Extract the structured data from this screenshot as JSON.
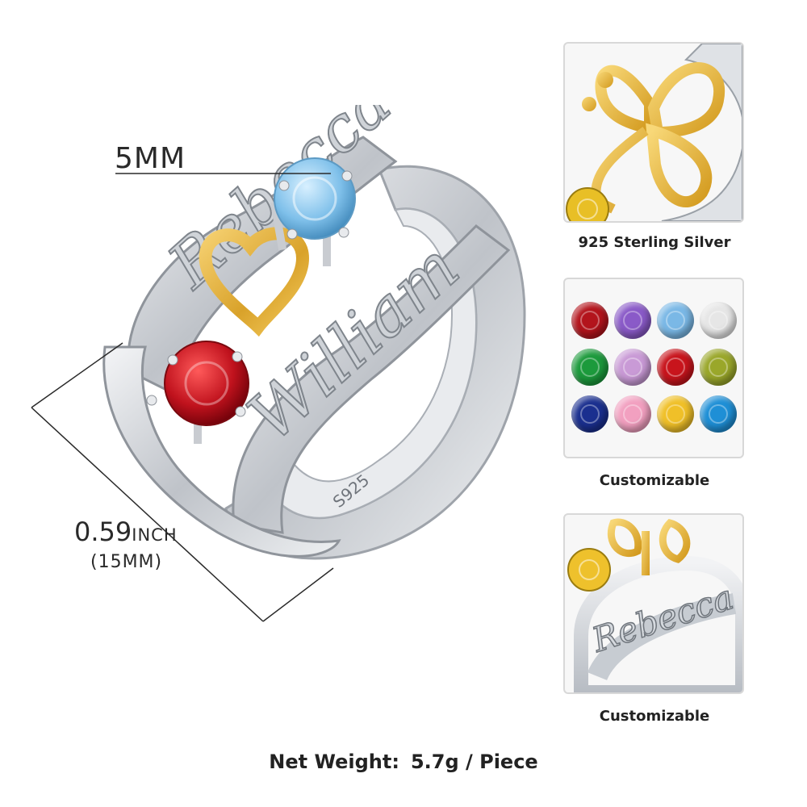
{
  "dimensions": {
    "stone_size": "5MM",
    "width_value": "0.59",
    "width_unit": "INCH",
    "width_mm": "(15MM)"
  },
  "ring": {
    "engraving": "S925",
    "name_1": "Rebecca",
    "name_2": "William",
    "metal_color": "#d9dbdf",
    "gold_color": "#e3b43a",
    "stone_left_color": "#c0121d",
    "stone_right_color": "#7fc0ea"
  },
  "panels": [
    {
      "caption": "925 Sterling Silver",
      "icon": "butterfly-closeup"
    },
    {
      "caption": "Customizable",
      "icon": "birthstone-grid"
    },
    {
      "caption": "Customizable",
      "icon": "name-ring-closeup",
      "name": "Rebecca"
    }
  ],
  "birthstones": [
    "#b3141c",
    "#8a5ac8",
    "#7ab8e6",
    "#e6e6e6",
    "#1c9a3c",
    "#c99ad6",
    "#c8141c",
    "#9aa72a",
    "#1a2f8f",
    "#f2a0c0",
    "#f0c028",
    "#1e8fd6"
  ],
  "footer": {
    "label": "Net Weight:",
    "value": "5.7g / Piece"
  }
}
